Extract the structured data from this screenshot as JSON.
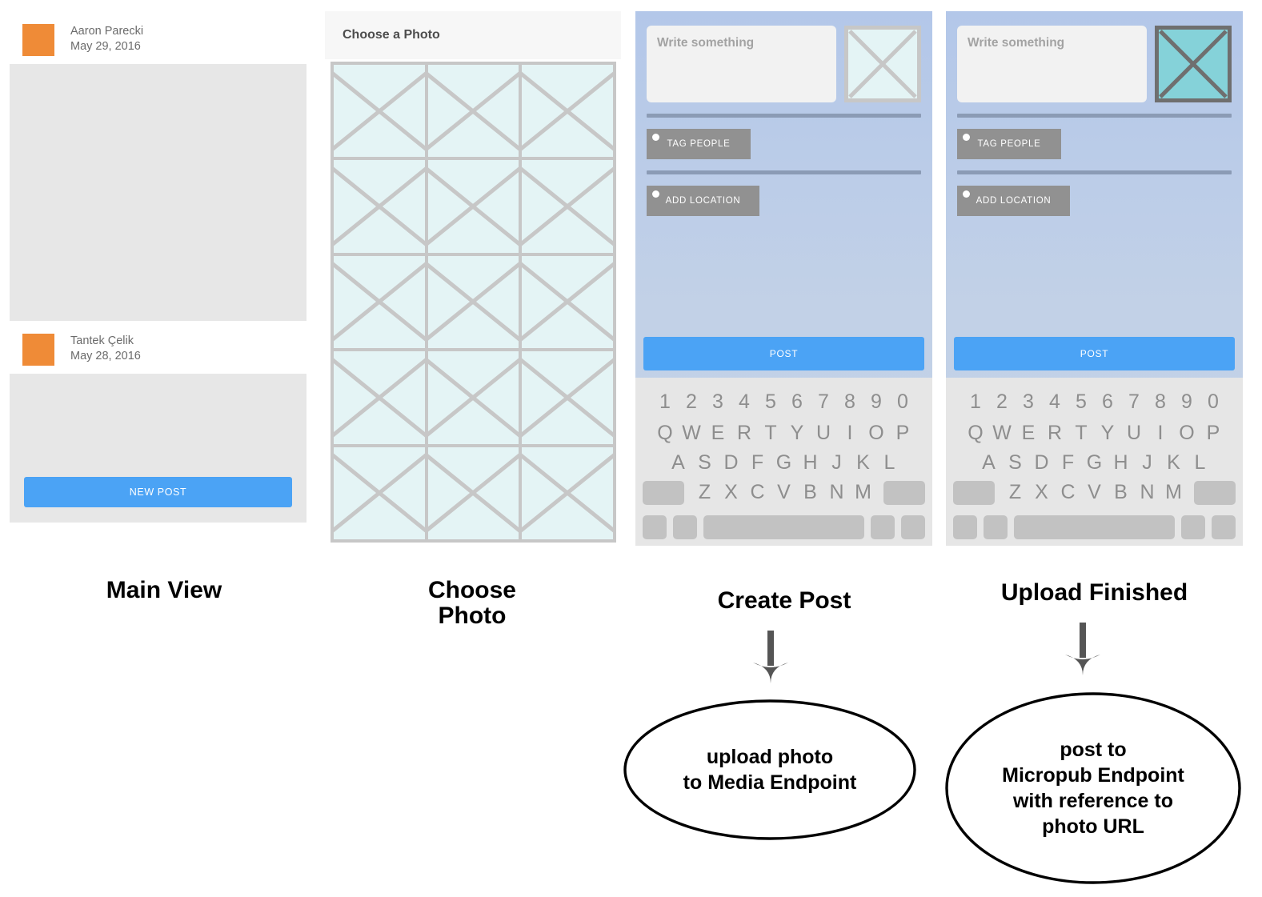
{
  "colors": {
    "accent_blue": "#4ba3f5",
    "avatar_orange": "#ef8b37",
    "panel_blue_top": "#b3c7e9",
    "panel_blue_bottom": "#c3d2e8",
    "placeholder_cyan": "#e4f4f5",
    "uploaded_teal": "#85d2d9",
    "button_gray": "#919191",
    "keyboard_bg": "#e6e6e6",
    "key_gray": "#c2c2c2",
    "content_gray": "#e7e7e7"
  },
  "main_view": {
    "posts": [
      {
        "author": "Aaron Parecki",
        "date": "May 29, 2016"
      },
      {
        "author": "Tantek Çelik",
        "date": "May 28, 2016"
      }
    ],
    "new_post_label": "NEW POST"
  },
  "choose_photo": {
    "header_title": "Choose a Photo",
    "grid_columns": 3,
    "grid_rows": 5
  },
  "create_post": {
    "textarea_placeholder": "Write something",
    "thumbnail_state": "empty",
    "tag_people_label": "TAG PEOPLE",
    "add_location_label": "ADD LOCATION",
    "post_label": "POST"
  },
  "upload_finished": {
    "textarea_placeholder": "Write something",
    "thumbnail_state": "uploaded",
    "tag_people_label": "TAG PEOPLE",
    "add_location_label": "ADD LOCATION",
    "post_label": "POST"
  },
  "keyboard": {
    "row_numbers": [
      "1",
      "2",
      "3",
      "4",
      "5",
      "6",
      "7",
      "8",
      "9",
      "0"
    ],
    "row_top": [
      "Q",
      "W",
      "E",
      "R",
      "T",
      "Y",
      "U",
      "I",
      "O",
      "P"
    ],
    "row_home": [
      "A",
      "S",
      "D",
      "F",
      "G",
      "H",
      "J",
      "K",
      "L"
    ],
    "row_bottom_letters": [
      "Z",
      "X",
      "C",
      "V",
      "B",
      "N",
      "M"
    ]
  },
  "flow": {
    "captions": {
      "main_view": "Main View",
      "choose_photo": "Choose\nPhoto",
      "create_post": "Create Post",
      "upload_finished": "Upload Finished"
    },
    "bubbles": {
      "create_post": "upload photo\nto Media Endpoint",
      "upload_finished": "post to\nMicropub Endpoint\nwith reference to\nphoto URL"
    }
  }
}
